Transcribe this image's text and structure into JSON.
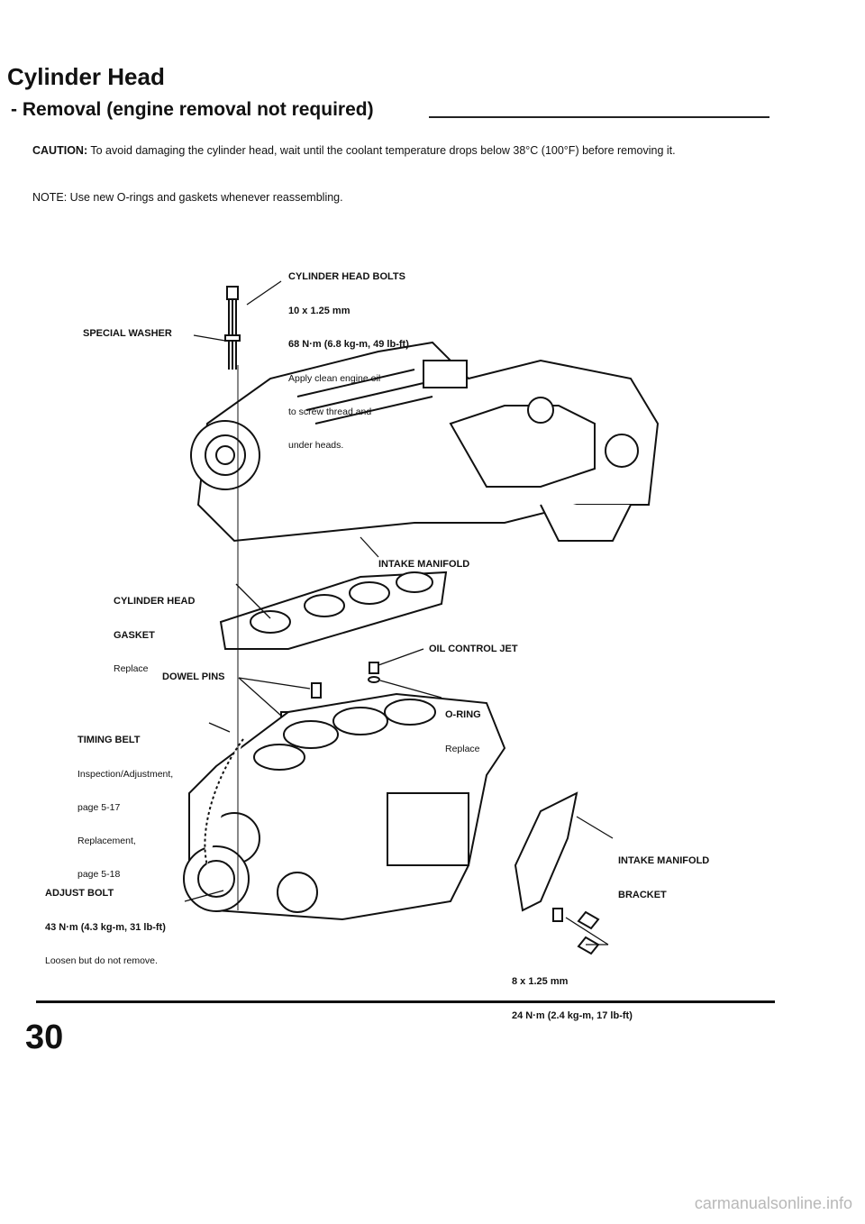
{
  "header": {
    "title": "Cylinder Head",
    "subtitle": "- Removal (engine removal not required)"
  },
  "caution": {
    "label": "CAUTION:",
    "text": "To avoid damaging the cylinder head, wait until the coolant temperature drops below 38°C (100°F) before removing it."
  },
  "note": "NOTE: Use new O-rings and gaskets whenever reassembling.",
  "labels": {
    "cylinder_head_bolts": {
      "title": "CYLINDER HEAD BOLTS",
      "size": "10 x 1.25 mm",
      "torque": "68 N·m (6.8 kg-m, 49 lb-ft)",
      "note1": "Apply clean engine oil",
      "note2": "to screw thread and",
      "note3": "under heads."
    },
    "special_washer": "SPECIAL WASHER",
    "intake_manifold": "INTAKE MANIFOLD",
    "cylinder_head_gasket": {
      "line1": "CYLINDER HEAD",
      "line2": "GASKET",
      "note": "Replace"
    },
    "oil_control_jet": "OIL CONTROL JET",
    "dowel_pins": "DOWEL PINS",
    "o_ring": {
      "title": "O-RING",
      "note": "Replace"
    },
    "timing_belt": {
      "title": "TIMING BELT",
      "line1": "Inspection/Adjustment,",
      "line2": "page 5-17",
      "line3": "Replacement,",
      "line4": "page 5-18"
    },
    "intake_manifold_bracket": {
      "line1": "INTAKE MANIFOLD",
      "line2": "BRACKET"
    },
    "adjust_bolt": {
      "title": "ADJUST BOLT",
      "torque": "43 N·m (4.3 kg-m, 31 lb-ft)",
      "note": "Loosen but do not remove."
    },
    "bracket_bolts": {
      "size": "8 x 1.25 mm",
      "torque": "24 N·m (2.4 kg-m, 17 lb-ft)"
    }
  },
  "footer": {
    "page_number": "30",
    "watermark": "carmanualsonline.info"
  }
}
